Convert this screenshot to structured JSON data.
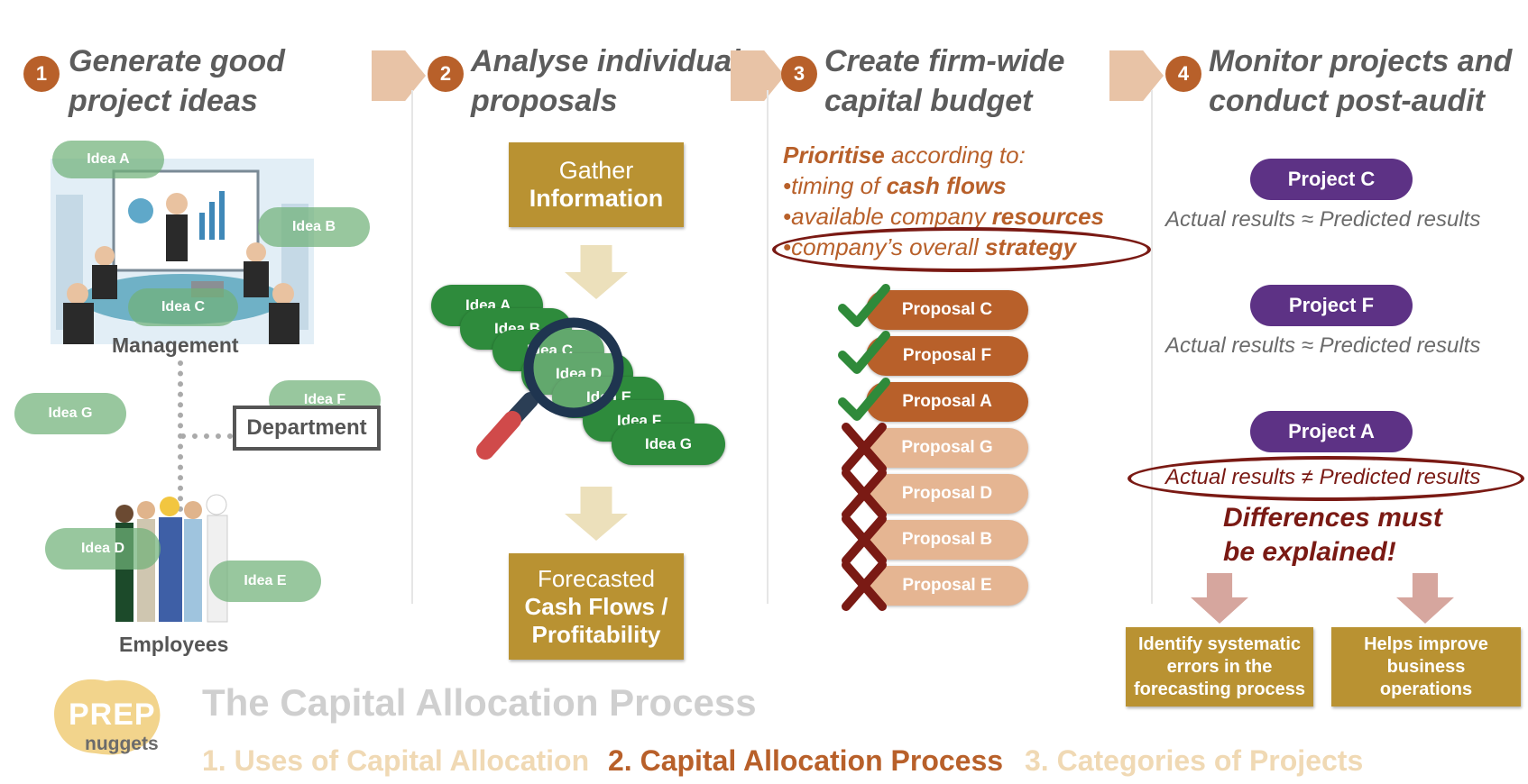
{
  "steps": [
    {
      "number": "1",
      "title": "Generate good\nproject ideas"
    },
    {
      "number": "2",
      "title": "Analyse individual\nproposals"
    },
    {
      "number": "3",
      "title": "Create firm-wide\ncapital budget"
    },
    {
      "number": "4",
      "title": "Monitor projects and\nconduct post-audit"
    }
  ],
  "step1": {
    "ideas": {
      "a": "Idea A",
      "b": "Idea B",
      "c": "Idea C",
      "d": "Idea D",
      "e": "Idea E",
      "f": "Idea F",
      "g": "Idea G"
    },
    "management_label": "Management",
    "department_label": "Department",
    "employees_label": "Employees"
  },
  "step2": {
    "gather_line1": "Gather",
    "gather_line2": "Information",
    "ideas": {
      "a": "Idea A",
      "b": "Idea B",
      "c": "Idea C",
      "d": "Idea D",
      "e": "Idea E",
      "f": "Idea F",
      "g": "Idea G"
    },
    "forecast_line1": "Forecasted",
    "forecast_line2": "Cash Flows /",
    "forecast_line3": "Profitability"
  },
  "step3": {
    "prioritise_word": "Prioritise",
    "prioritise_rest": " according to:",
    "bullet1_pre": "•timing of ",
    "bullet1_bold": "cash flows",
    "bullet2_pre": "•available company ",
    "bullet2_bold": "resources",
    "bullet3_pre": "•company’s overall ",
    "bullet3_bold": "strategy",
    "proposals": [
      {
        "label": "Proposal C",
        "status": "accepted"
      },
      {
        "label": "Proposal F",
        "status": "accepted"
      },
      {
        "label": "Proposal A",
        "status": "accepted"
      },
      {
        "label": "Proposal G",
        "status": "rejected"
      },
      {
        "label": "Proposal D",
        "status": "rejected"
      },
      {
        "label": "Proposal B",
        "status": "rejected"
      },
      {
        "label": "Proposal E",
        "status": "rejected"
      }
    ]
  },
  "step4": {
    "projects": [
      {
        "label": "Project C",
        "result": "Actual results ≈ Predicted results"
      },
      {
        "label": "Project F",
        "result": "Actual results ≈ Predicted results"
      },
      {
        "label": "Project A",
        "result": "Actual results ≠ Predicted results"
      }
    ],
    "differences_line1": "Differences must",
    "differences_line2": "be explained!",
    "box1": "Identify systematic errors in the forecasting process",
    "box2": "Helps improve business operations"
  },
  "footer": {
    "logo_top": "PREP",
    "logo_bottom": "nuggets",
    "title": "The Capital Allocation Process",
    "links": [
      "1. Uses of Capital Allocation",
      "2. Capital Allocation Process",
      "3. Categories of Projects"
    ]
  },
  "colors": {
    "accent_orange": "#b8602a",
    "gold": "#b99232",
    "purple": "#5d3285",
    "dark_red": "#7a1a14",
    "green_dark": "#2e8b3c",
    "green_light": "#70b278"
  }
}
